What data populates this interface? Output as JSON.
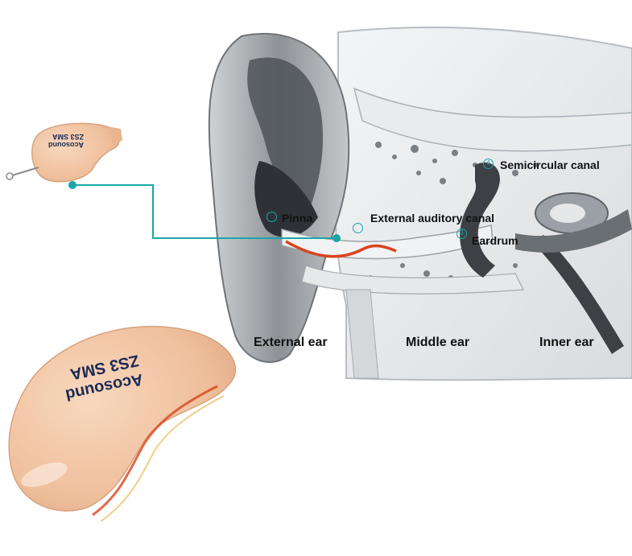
{
  "labels": {
    "pinna": "Pinna",
    "external_auditory_canal": "External auditory canal",
    "eardrum": "Eardrum",
    "semicircular_canal": "Semicircular canal"
  },
  "markers": {
    "eardrum": "3",
    "semicircular_canal": "4"
  },
  "regions": {
    "external_ear": "External ear",
    "middle_ear": "Middle ear",
    "inner_ear": "Inner ear"
  },
  "device_print": {
    "brand": "Acosound",
    "model": "ZS3 SMA"
  },
  "colors": {
    "callout_line": "#1aa6a6",
    "device_skin": "#f2c4a2",
    "canal_red": "#d8441e",
    "print_ink": "#1d2a55"
  }
}
